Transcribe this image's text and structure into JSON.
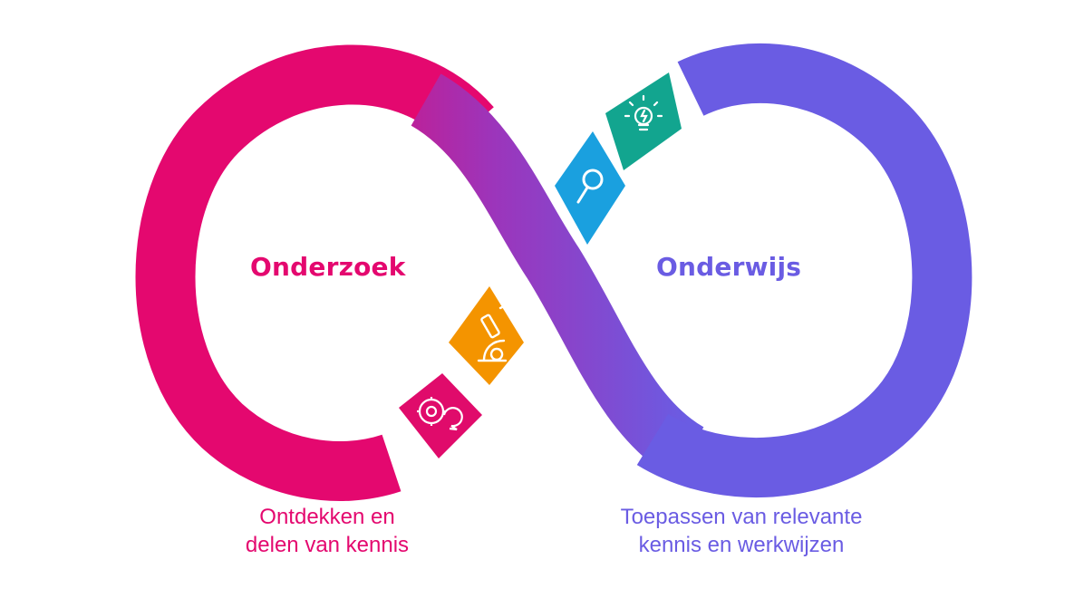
{
  "left": {
    "title": "Onderzoek",
    "caption_line1": "Ontdekken en",
    "caption_line2": "delen van kennis",
    "color": "#e4086f"
  },
  "right": {
    "title": "Onderwijs",
    "caption_line1": "Toepassen van relevante",
    "caption_line2": "kennis en werkwijzen",
    "color": "#6a5ce3"
  },
  "tiles": [
    {
      "icon": "discussion-gear-icon",
      "color": "#e00b6b"
    },
    {
      "icon": "microscope-icon",
      "color": "#f49400"
    },
    {
      "icon": "magnifier-icon",
      "color": "#1aa0df"
    },
    {
      "icon": "lightbulb-icon",
      "color": "#12a58f"
    }
  ]
}
